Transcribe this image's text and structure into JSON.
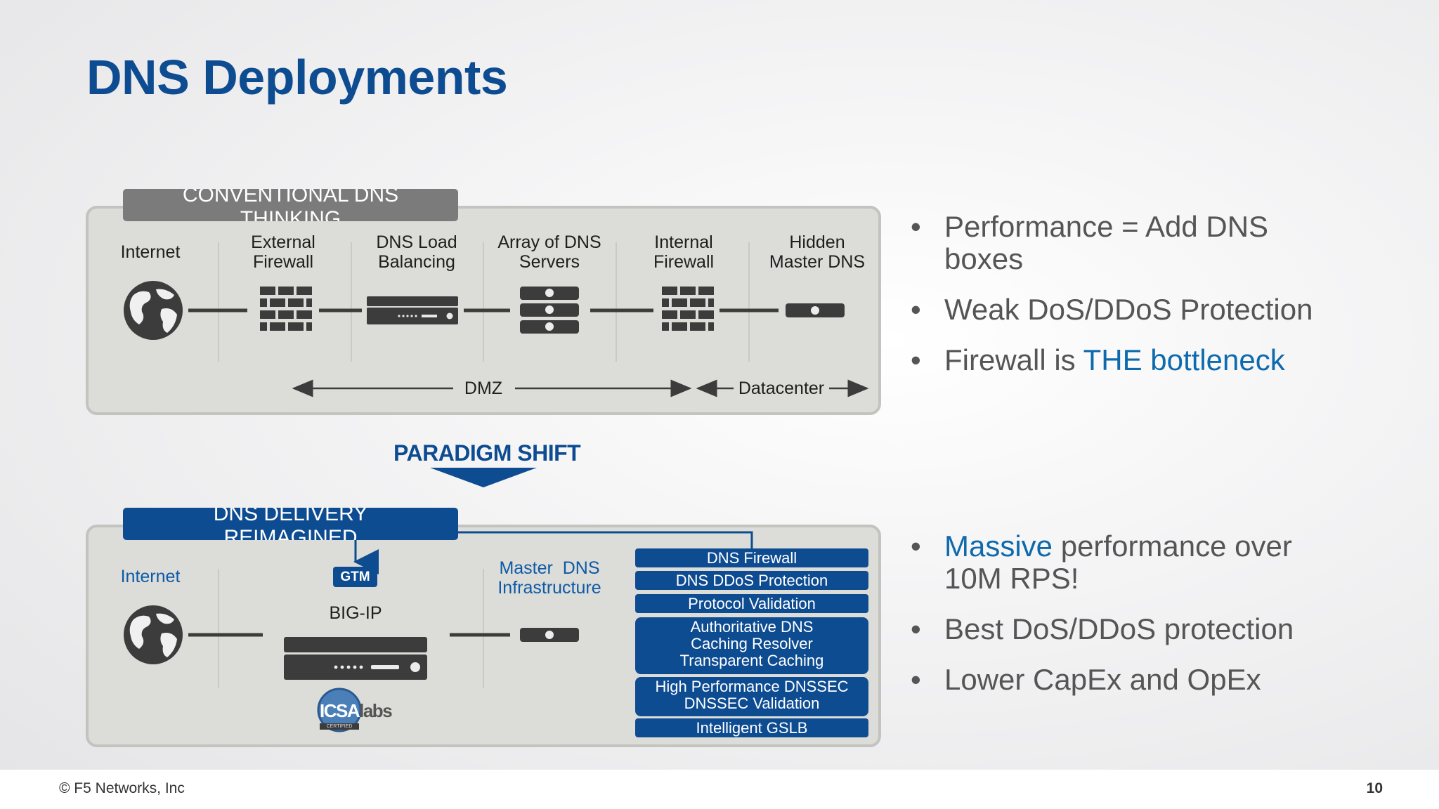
{
  "title": "DNS Deployments",
  "conventional": {
    "tag": "CONVENTIONAL DNS THINKING",
    "tag_line1": "CONVENTIONAL DNS",
    "tag_line2": "THINKING",
    "columns": [
      {
        "line1": "Internet",
        "line2": "",
        "icon": "globe-icon"
      },
      {
        "line1": "External",
        "line2": "Firewall",
        "icon": "firewall-icon"
      },
      {
        "line1": "DNS Load",
        "line2": "Balancing",
        "icon": "load-balancer-icon"
      },
      {
        "line1": "Array of DNS",
        "line2": "Servers",
        "icon": "server-stack-icon"
      },
      {
        "line1": "Internal",
        "line2": "Firewall",
        "icon": "firewall-icon"
      },
      {
        "line1": "Hidden",
        "line2": "Master DNS",
        "icon": "dns-server-icon"
      }
    ],
    "zones": {
      "dmz": "DMZ",
      "datacenter": "Datacenter"
    }
  },
  "paradigm_shift": "PARADIGM SHIFT",
  "reimagined": {
    "tag": "DNS DELIVERY REIMAGINED",
    "tag_line1": "DNS DELIVERY",
    "tag_line2": "REIMAGINED",
    "internet": "Internet",
    "gtm": "GTM",
    "big_ip": "BIG-IP",
    "icsa_1": "ICSA",
    "icsa_2": "labs",
    "icsa_3": "CERTIFIED",
    "master_line1": "Master  DNS",
    "master_line2": "Infrastructure",
    "features": [
      {
        "lines": [
          "DNS Firewall"
        ]
      },
      {
        "lines": [
          "DNS DDoS Protection"
        ]
      },
      {
        "lines": [
          "Protocol Validation"
        ]
      },
      {
        "lines": [
          "Authoritative DNS",
          "Caching Resolver",
          "Transparent Caching"
        ]
      },
      {
        "lines": [
          "High Performance DNSSEC",
          "DNSSEC Validation"
        ]
      },
      {
        "lines": [
          "Intelligent GSLB"
        ]
      }
    ]
  },
  "bullets_top": {
    "b1_line1": "Performance = Add DNS",
    "b1_line2": "boxes",
    "b2": "Weak DoS/DDoS Protection",
    "b3_pre": "Firewall is ",
    "b3_hl": "THE bottleneck"
  },
  "bullets_bottom": {
    "b1_hl": "Massive",
    "b1_rest": " performance over",
    "b1_line2": "10M RPS!",
    "b2": "Best DoS/DDoS protection",
    "b3": "Lower CapEx and OpEx"
  },
  "bullet_char": "•",
  "footer": {
    "copyright": "© F5 Networks, Inc",
    "page": "10"
  },
  "colors": {
    "brand_blue": "#0e4c92",
    "accent_blue": "#0e6aad",
    "icon_dark": "#3c3c3c"
  }
}
